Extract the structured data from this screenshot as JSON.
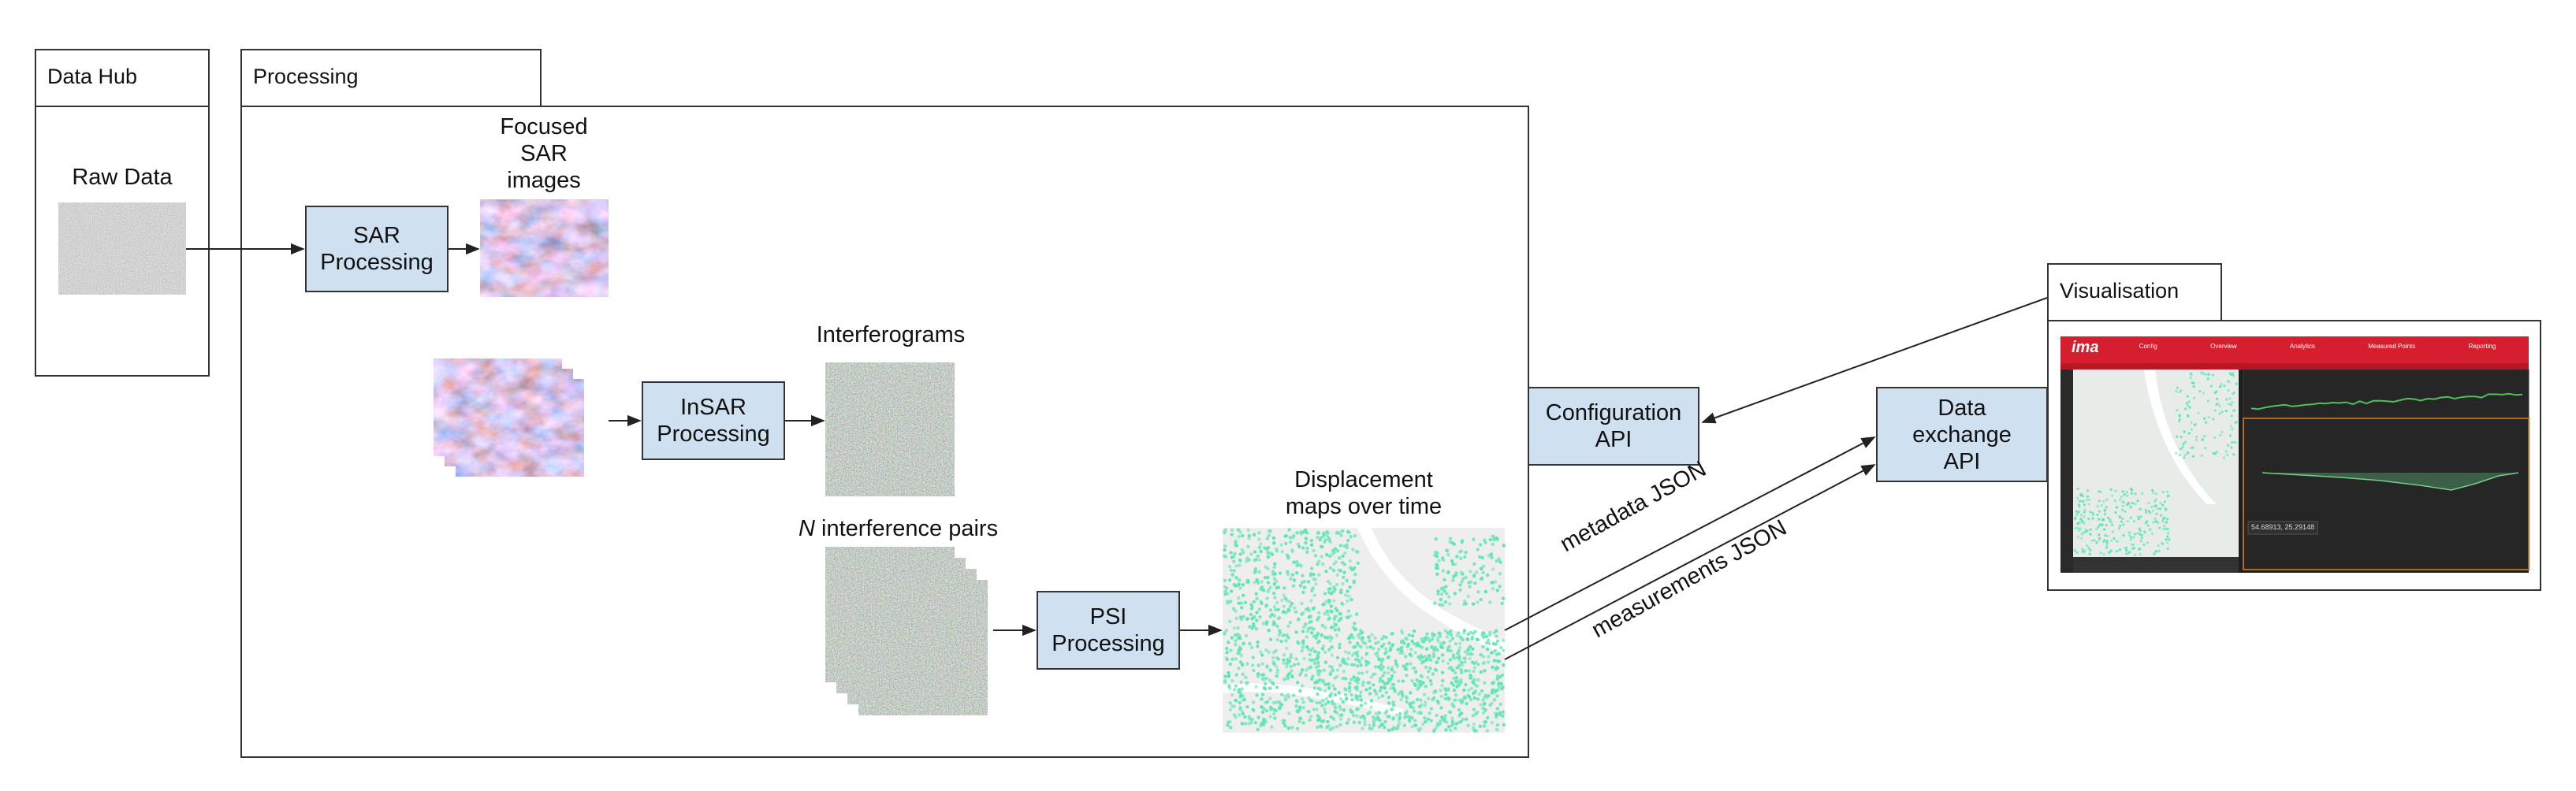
{
  "panels": {
    "data_hub": "Data Hub",
    "processing": "Processing",
    "visualisation": "Visualisation"
  },
  "labels": {
    "raw_data": "Raw Data",
    "focused_sar_images": [
      "Focused",
      "SAR",
      "images"
    ],
    "interferograms": "Interferograms",
    "n_letter": "N",
    "interference_pairs": " interference pairs",
    "displacement_maps": [
      "Displacement",
      "maps over time"
    ],
    "metadata_json": "metadata JSON",
    "measurements_json": "measurements JSON"
  },
  "boxes": {
    "sar_processing": [
      "SAR",
      "Processing"
    ],
    "insar_processing": [
      "InSAR",
      "Processing"
    ],
    "psi_processing": [
      "PSI",
      "Processing"
    ],
    "configuration_api": [
      "Configuration",
      "API"
    ],
    "data_exchange_api": [
      "Data",
      "exchange",
      "API"
    ]
  },
  "screenshot": {
    "logo": "ima",
    "nav_items": [
      "Config",
      "Overview",
      "Analytics",
      "Measured Points",
      "Reporting"
    ],
    "readout": "54.68913, 25.29148"
  },
  "colors": {
    "process_box": "#cfe0f1",
    "dashboard_red": "#d61f2e",
    "dashboard_dark": "#1f1f1f",
    "map_points": "#5ee6b0"
  }
}
